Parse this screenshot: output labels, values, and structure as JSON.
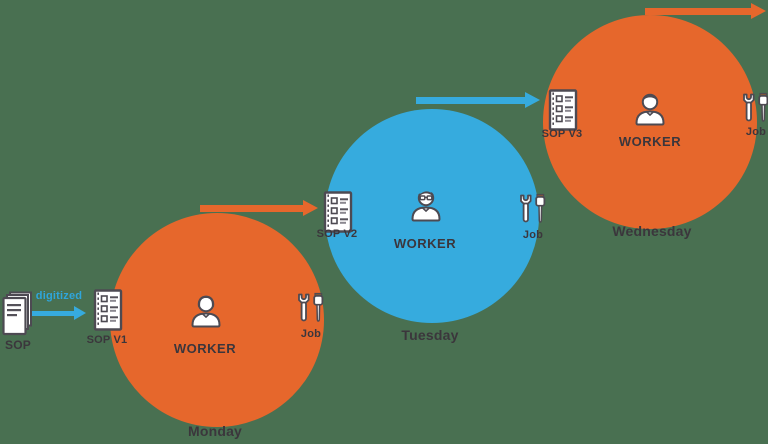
{
  "colors": {
    "background": "#497051",
    "circle_orange": "#E6672C",
    "circle_blue": "#36ABDE",
    "arrow_orange": "#E6672C",
    "arrow_blue": "#36ABDE",
    "label_text": "#3B363C",
    "digitized_text": "#2FA6DC"
  },
  "icons": {
    "source": "document-stack-icon",
    "sop": "checklist-icon",
    "worker": "worker-avatar-icon",
    "job": "wrench-screwdriver-tools-icon"
  },
  "source": {
    "label": "SOP"
  },
  "digitize": {
    "label": "digitized"
  },
  "stages": [
    {
      "day": "Monday",
      "sop_label": "SOP V1",
      "worker_label": "WORKER",
      "job_label": "Job"
    },
    {
      "day": "Tuesday",
      "sop_label": "SOP V2",
      "worker_label": "WORKER",
      "job_label": "Job"
    },
    {
      "day": "Wednesday",
      "sop_label": "SOP V3",
      "worker_label": "WORKER",
      "job_label": "Job"
    }
  ]
}
